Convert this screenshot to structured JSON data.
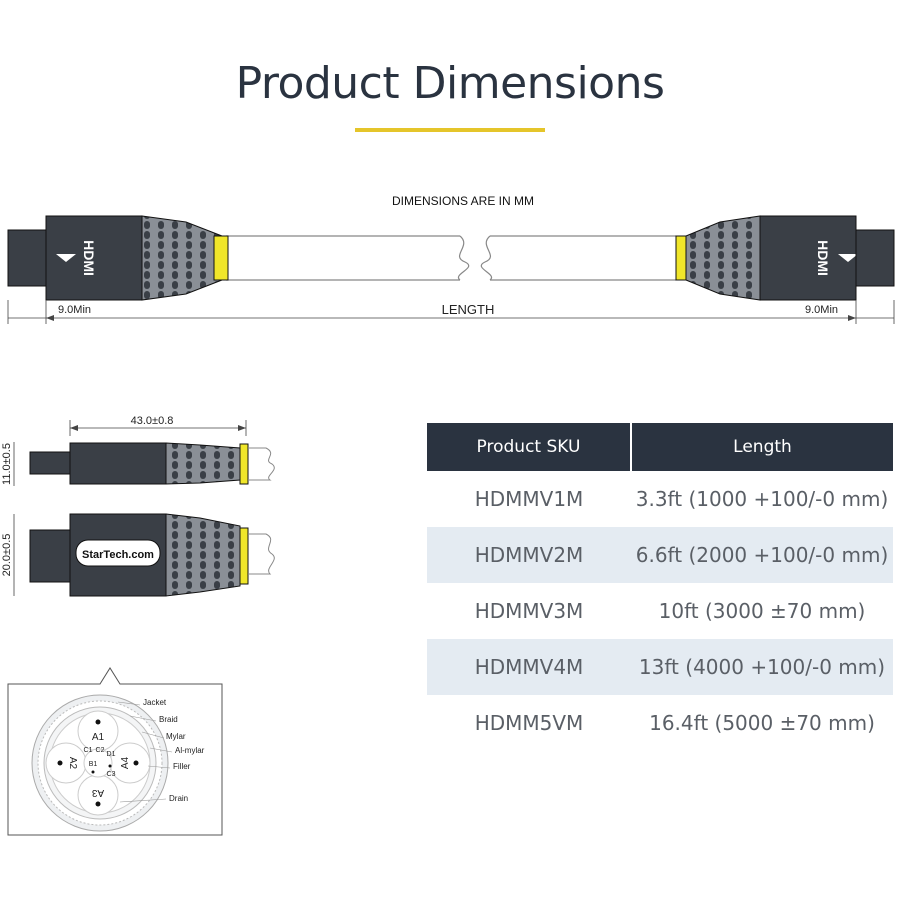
{
  "title": "Product Dimensions",
  "accent_color": "#e5c52a",
  "header_color": "#2a3340",
  "top_diagram": {
    "note": "DIMENSIONS ARE IN MM",
    "left_min": "9.0Min",
    "right_min": "9.0Min",
    "length_label": "LENGTH"
  },
  "side_views": {
    "connector_length": "43.0±0.8",
    "thickness": "11.0±0.5",
    "width": "20.0±0.5",
    "brand": "StarTech.com"
  },
  "cross_section": {
    "layers": [
      "Jacket",
      "Braid",
      "Mylar",
      "Al-mylar",
      "Filler",
      "Drain"
    ],
    "pairs": [
      "A1",
      "A2",
      "A3",
      "A4"
    ],
    "cores": [
      "C1",
      "C2",
      "D1",
      "B1",
      "C3"
    ]
  },
  "table": {
    "headers": [
      "Product SKU",
      "Length"
    ],
    "rows": [
      {
        "sku": "HDMMV1M",
        "length": "3.3ft (1000 +100/-0 mm)"
      },
      {
        "sku": "HDMMV2M",
        "length": "6.6ft (2000 +100/-0 mm)"
      },
      {
        "sku": "HDMMV3M",
        "length": "10ft (3000 ±70 mm)"
      },
      {
        "sku": "HDMMV4M",
        "length": "13ft (4000 +100/-0 mm)"
      },
      {
        "sku": "HDMM5VM",
        "length": "16.4ft (5000 ±70 mm)"
      }
    ]
  }
}
